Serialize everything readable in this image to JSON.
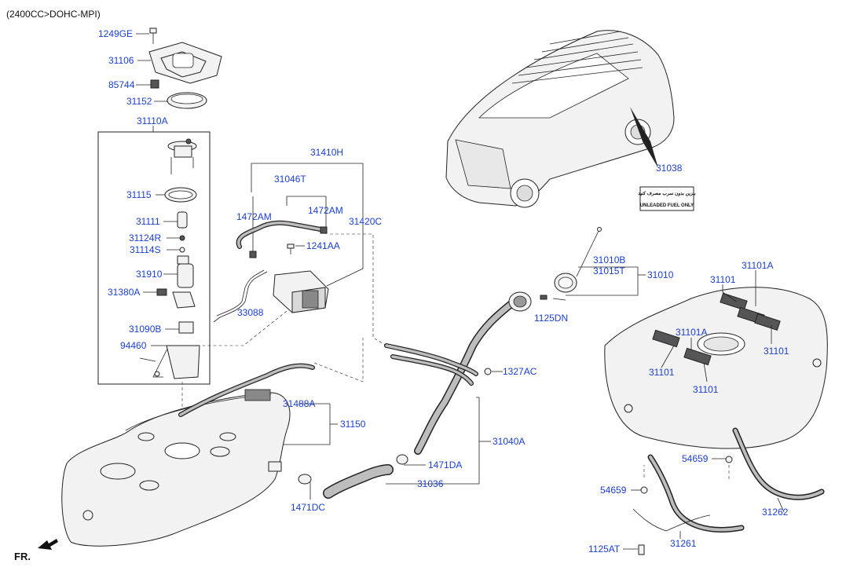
{
  "header": {
    "engine": "(2400CC>DOHC-MPI)"
  },
  "orientation": {
    "label": "FR."
  },
  "label_plate": {
    "line1": "بنزین بدون سرب مصرف کنید",
    "line2": "UNLEADED FUEL ONLY"
  },
  "parts": {
    "p1249GE": "1249GE",
    "p31106": "31106",
    "p85744": "85744",
    "p31152": "31152",
    "p31110A": "31110A",
    "p31115": "31115",
    "p31111": "31111",
    "p31124R": "31124R",
    "p31114S": "31114S",
    "p31910": "31910",
    "p31380A": "31380A",
    "p31090B": "31090B",
    "p94460": "94460",
    "p31410H": "31410H",
    "p31046T": "31046T",
    "p1472AM_a": "1472AM",
    "p1472AM_b": "1472AM",
    "p31420C": "31420C",
    "p1241AA": "1241AA",
    "p33088": "33088",
    "p31488A": "31488A",
    "p31150": "31150",
    "p31038": "31038",
    "p31010B": "31010B",
    "p31015T": "31015T",
    "p31010": "31010",
    "p1125DN": "1125DN",
    "p1327AC": "1327AC",
    "p31040A": "31040A",
    "p1471DA": "1471DA",
    "p31036": "31036",
    "p1471DC": "1471DC",
    "p31101A_a": "31101A",
    "p31101_a": "31101",
    "p31101A_b": "31101A",
    "p31101_b": "31101",
    "p31101_c": "31101",
    "p31101_d": "31101",
    "p54659_a": "54659",
    "p54659_b": "54659",
    "p31262": "31262",
    "p31261": "31261",
    "p1125AT": "1125AT"
  }
}
